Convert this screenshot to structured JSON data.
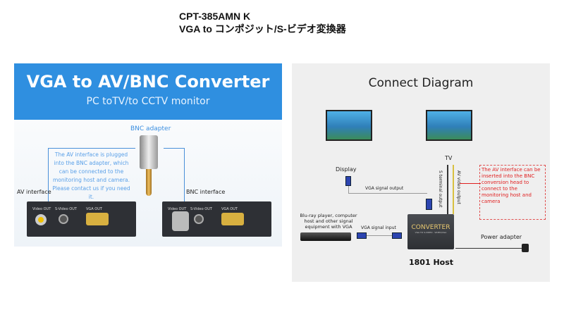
{
  "title": {
    "line1": "CPT-385AMN K",
    "line2": "VGA to コンポジット/S-ビデオ変換器"
  },
  "left_panel": {
    "heading": "VGA to AV/BNC Converter",
    "subheading": "PC toTV/to CCTV monitor",
    "bnc_adapter": "BNC adapter",
    "note": "The AV interface is plugged into the BNC adapter, which can be connected to the monitoring host and camera. Please contact us if you need it.",
    "av_interface": "AV interface",
    "bnc_interface": "BNC interface",
    "ports": [
      "Video OUT",
      "S-Video OUT",
      "VGA OUT"
    ]
  },
  "right_panel": {
    "heading": "Connect Diagram",
    "display": "Display",
    "tv": "TV",
    "vga_output": "VGA signal output",
    "s_terminal": "S terminal output",
    "av_video": "AV video output",
    "red_note": "The AV interface can be inserted into the BNC conversion head to connect to the monitoring host and camera",
    "source": "Blu-ray player, computer host and other signal equipment with VGA",
    "vga_input": "VGA signal input",
    "converter": "CONVERTER",
    "converter_sub": "VGA TO S-VIDEO · VIDEO/VGA",
    "power": "Power adapter",
    "host": "1801 Host"
  },
  "colors": {
    "header_blue": "#2f8fe0",
    "note_red": "#e02020"
  }
}
